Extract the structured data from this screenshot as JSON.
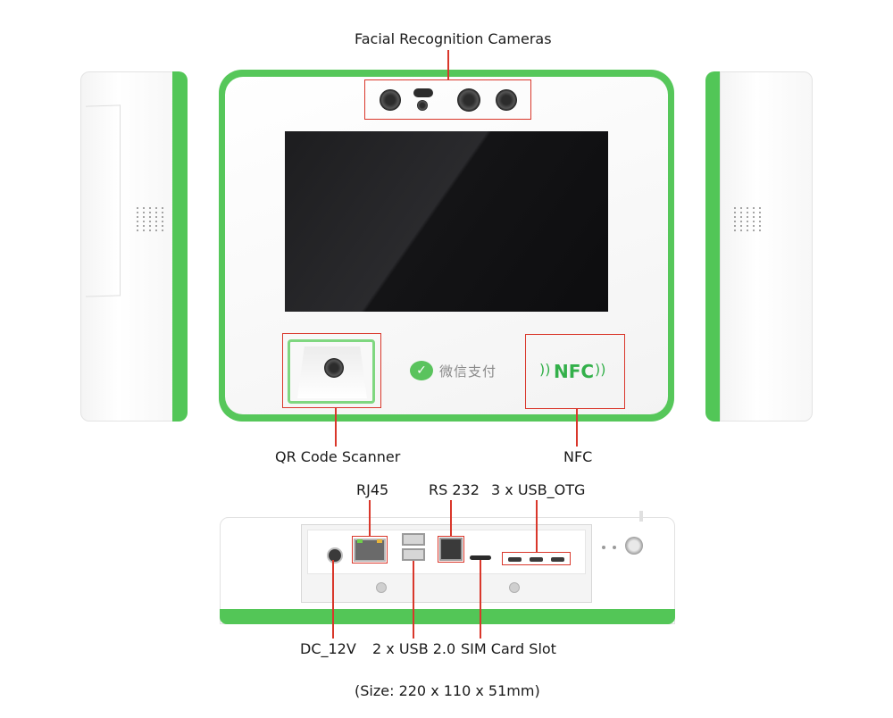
{
  "labels": {
    "facial_cameras": "Facial Recognition Cameras",
    "qr_scanner": "QR Code Scanner",
    "nfc": "NFC",
    "rj45": "RJ45",
    "rs232": "RS 232",
    "usb_otg": "3 x USB_OTG",
    "dc": "DC_12V",
    "usb20": "2 x USB 2.0",
    "sim": "SIM Card Slot",
    "size": "(Size: 220 x 110 x 51mm)"
  },
  "device": {
    "wechat_pay_text": "微信支付",
    "wechat_icon": "wechat-pay-icon",
    "nfc_logo_text": "NFC",
    "nfc_icon": "nfc-wave-icon"
  },
  "colors": {
    "highlight": "#d9372b",
    "body_green": "#56c75a",
    "nfc_green": "#33b04a"
  }
}
